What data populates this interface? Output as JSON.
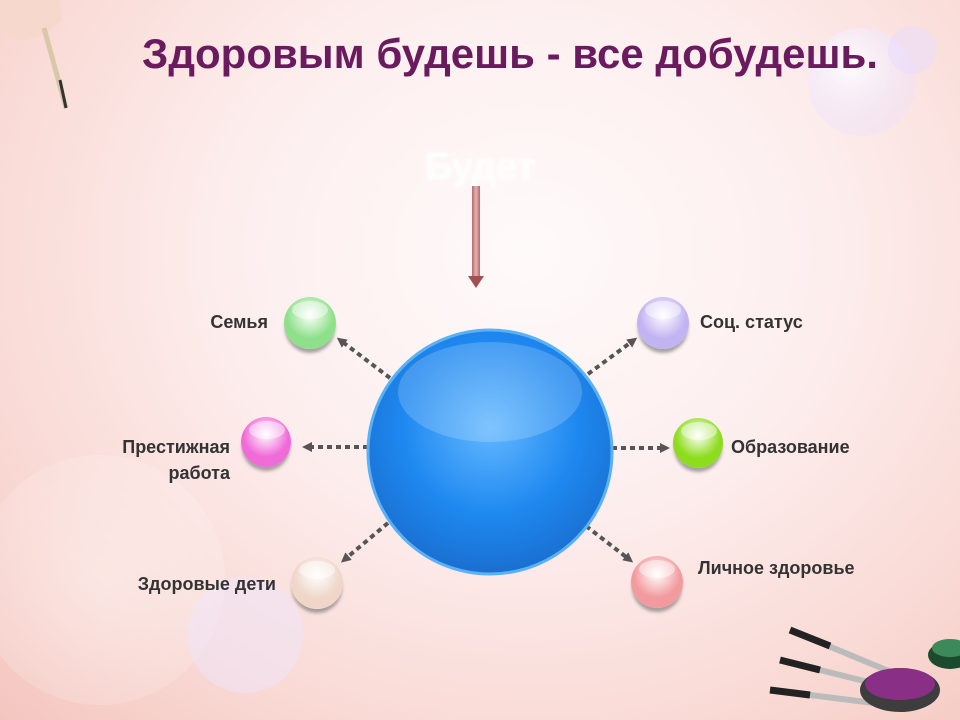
{
  "title": "Здоровым будешь - все добудешь.",
  "faded_text": "Будет",
  "center_color": "#1e88f0",
  "nodes": [
    {
      "label": "Семья",
      "color": "#8fe08a"
    },
    {
      "label": "Соц. статус",
      "color": "#c2b3f2"
    },
    {
      "label_line1": "Престижная",
      "label_line2": "работа",
      "color": "#f06ad8"
    },
    {
      "label": "Образование",
      "color": "#8edc1e"
    },
    {
      "label": "Здоровые дети",
      "color": "#efd6c8"
    },
    {
      "label": "Личное здоровье",
      "color": "#f29a9e"
    }
  ]
}
